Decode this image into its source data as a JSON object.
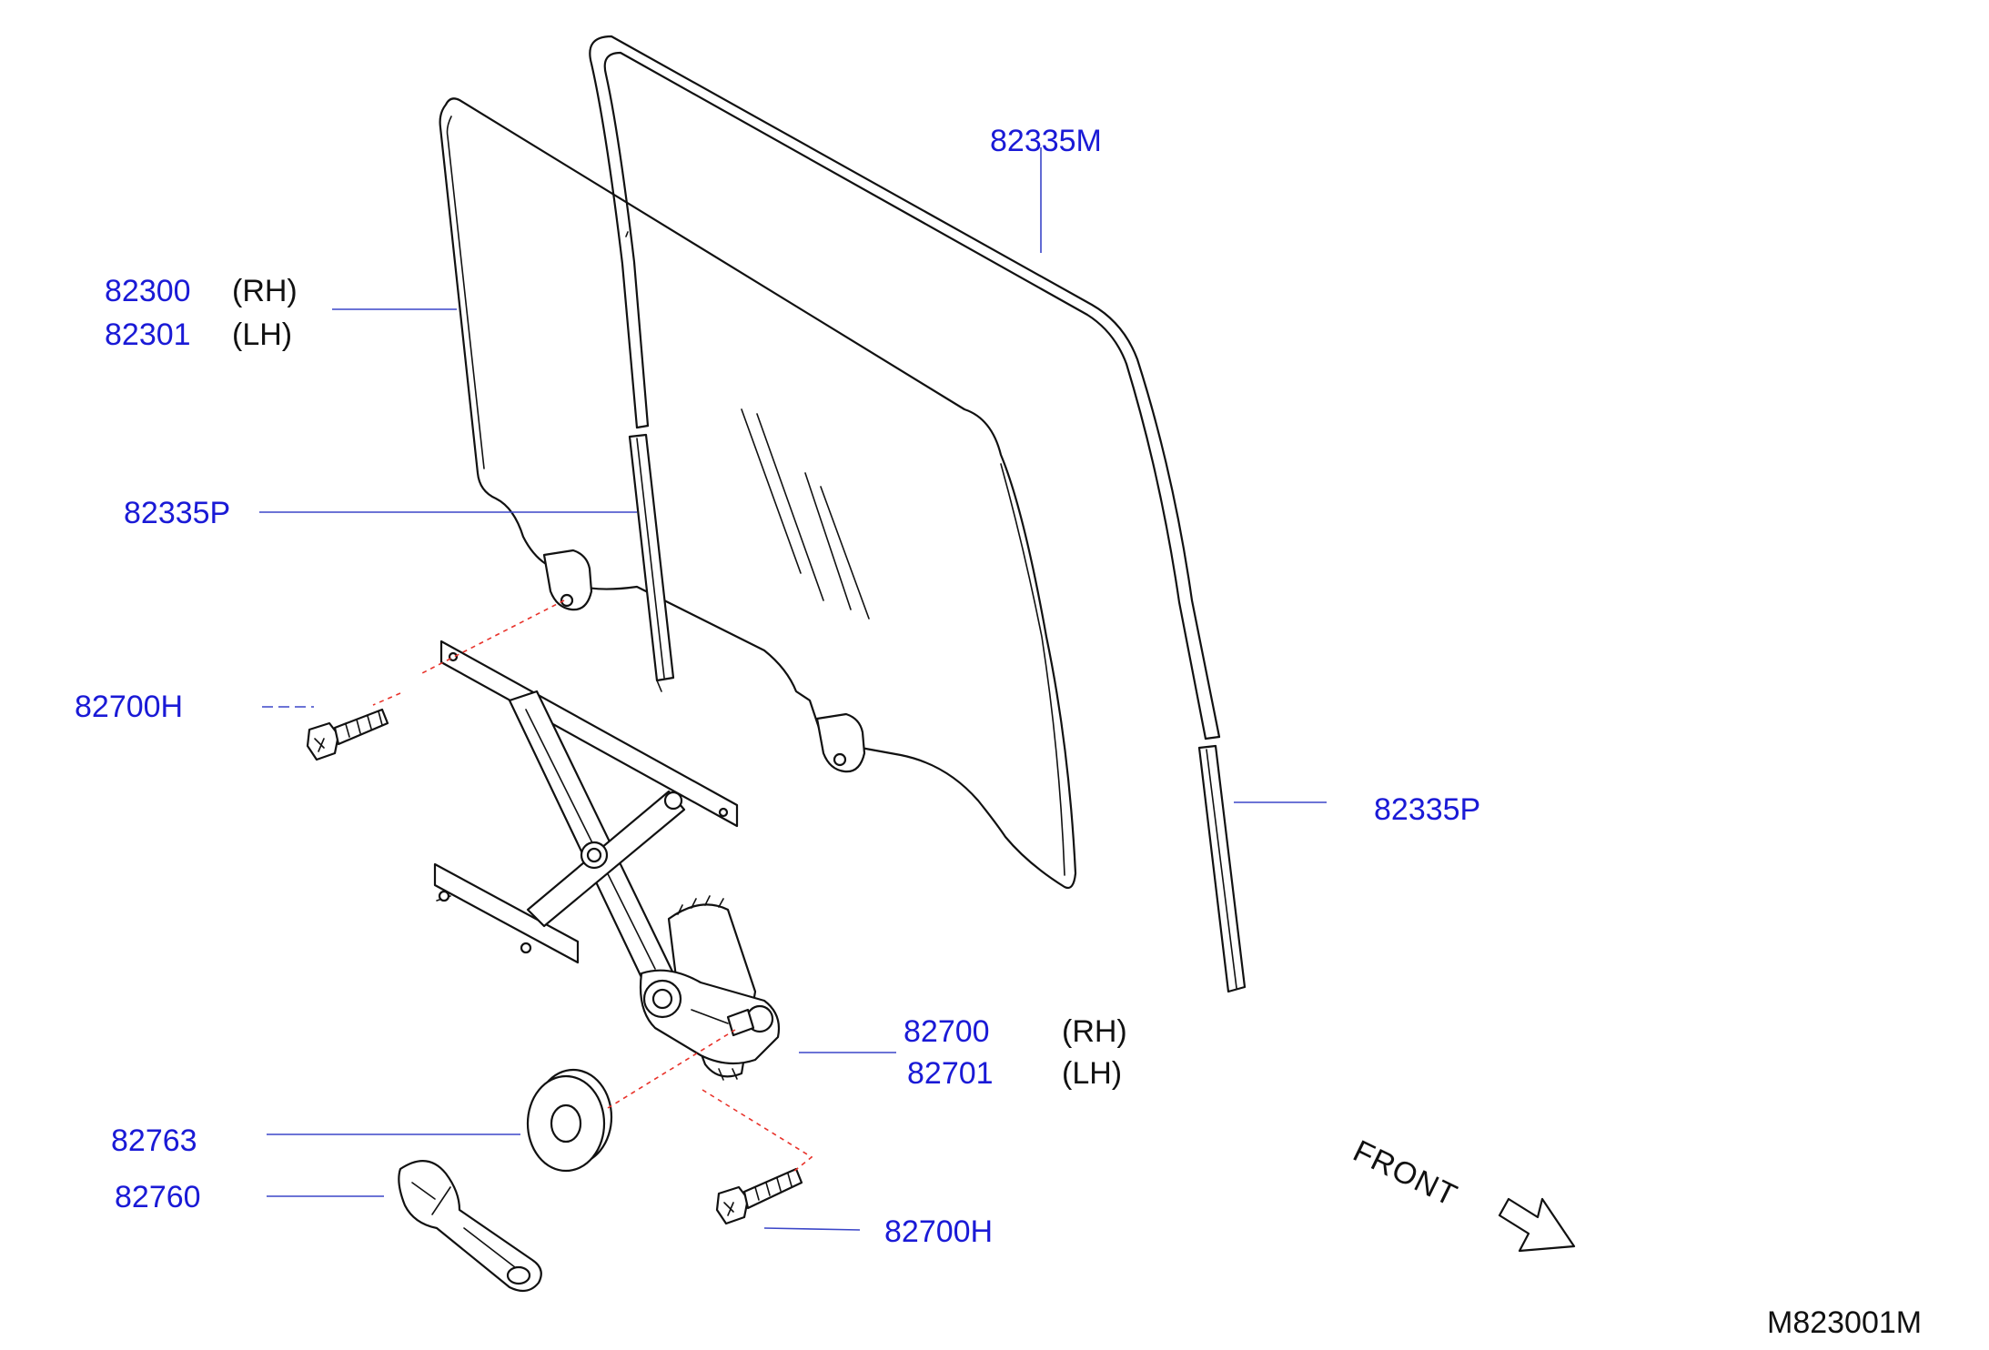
{
  "callouts": {
    "glass_rh": "82300",
    "glass_rh_side": "(RH)",
    "glass_lh": "82301",
    "glass_lh_side": "(LH)",
    "sash_molding": "82335M",
    "sash_rear": "82335P",
    "sash_front": "82335P",
    "bolt_upper": "82700H",
    "regulator_rh": "82700",
    "regulator_rh_side": "(RH)",
    "regulator_lh": "82701",
    "regulator_lh_side": "(LH)",
    "escutcheon": "82763",
    "handle": "82760",
    "bolt_lower": "82700H"
  },
  "front_label": "FRONT",
  "diagram_code": "M823001M",
  "icons": {
    "direction": "front-arrow-icon"
  },
  "colors": {
    "callout": "#1a1ad6",
    "leader": "#3b46c8",
    "hidden_line": "#e8322a",
    "outline": "#111111"
  }
}
